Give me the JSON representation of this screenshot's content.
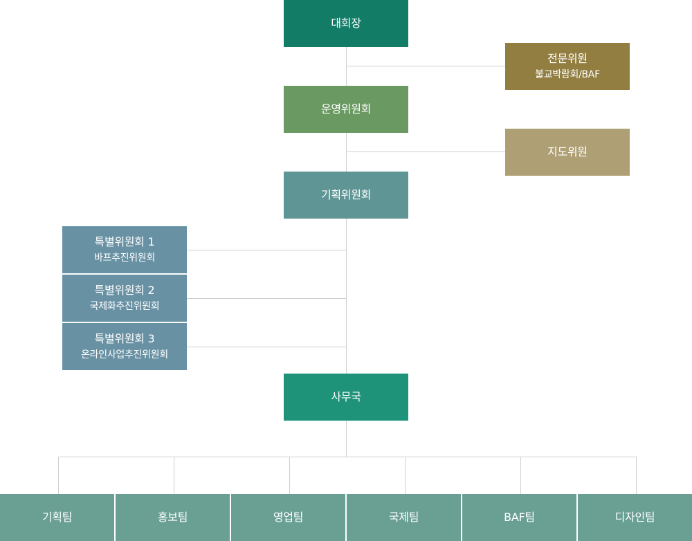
{
  "colors": {
    "chairman": "#137c67",
    "expert": "#927e40",
    "operations": "#6a9962",
    "advisory": "#ae9f74",
    "planning": "#5f9695",
    "special": "#6891a4",
    "secretariat": "#1e937a",
    "team": "#6aa094",
    "connector": "#cfcfcf"
  },
  "chairman": {
    "label": "대회장"
  },
  "expert": {
    "label": "전문위원",
    "sub": "불교박람회/BAF"
  },
  "operations": {
    "label": "운영위원회"
  },
  "advisory": {
    "label": "지도위원"
  },
  "planning": {
    "label": "기획위원회"
  },
  "special": [
    {
      "label": "특별위원회 1",
      "sub": "바프추진위원회"
    },
    {
      "label": "특별위원회 2",
      "sub": "국제화추진위원회"
    },
    {
      "label": "특별위원회 3",
      "sub": "온라인사업추진위원회"
    }
  ],
  "secretariat": {
    "label": "사무국"
  },
  "teams": [
    {
      "label": "기획팀"
    },
    {
      "label": "홍보팀"
    },
    {
      "label": "영업팀"
    },
    {
      "label": "국제팀"
    },
    {
      "label": "BAF팀"
    },
    {
      "label": "디자인팀"
    }
  ]
}
